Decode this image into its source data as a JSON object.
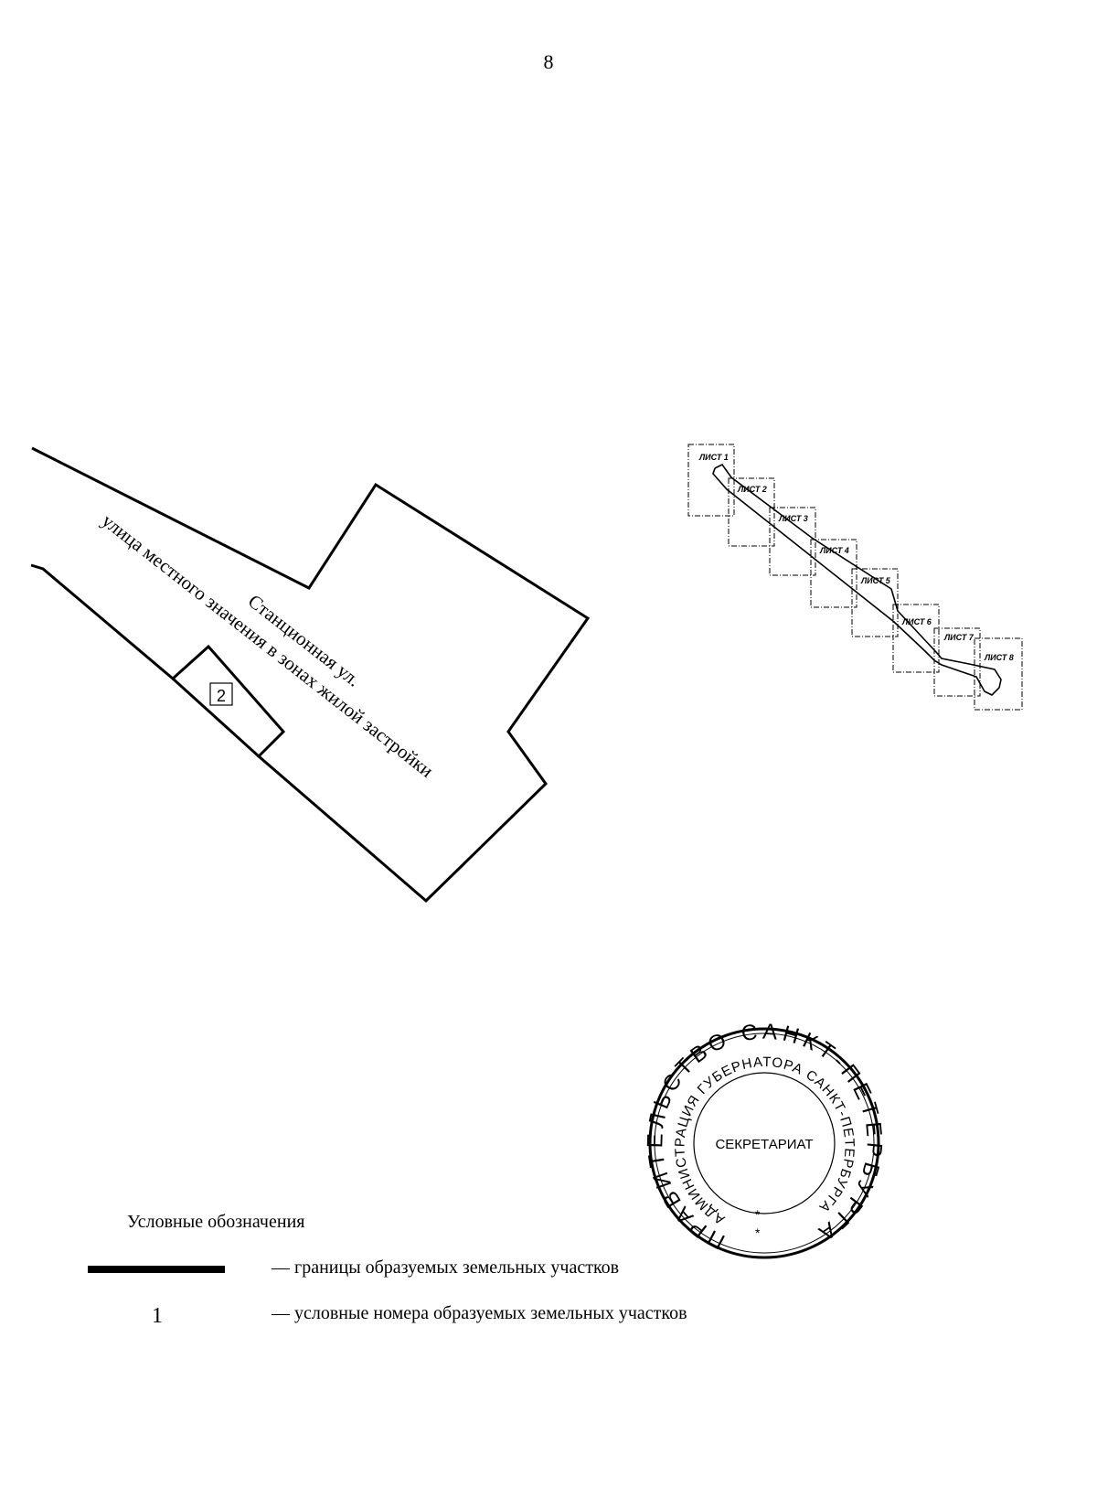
{
  "page_number": "8",
  "map": {
    "street_name": "Станционная ул.",
    "street_description": "улица местного значения в зонах жилой застройки",
    "parcel_number": "2"
  },
  "overview": {
    "sheets": [
      "ЛИСТ 1",
      "ЛИСТ 2",
      "ЛИСТ 3",
      "ЛИСТ 4",
      "ЛИСТ 5",
      "ЛИСТ 6",
      "ЛИСТ 7",
      "ЛИСТ 8"
    ]
  },
  "stamp": {
    "outer_text": "ПРАВИТЕЛЬСТВО САНКТ-ПЕТЕРБУРГА",
    "inner_text": "АДМИНИСТРАЦИЯ ГУБЕРНАТОРА САНКТ-ПЕТЕРБУРГА",
    "center_text": "СЕКРЕТАРИАТ"
  },
  "legend": {
    "title": "Условные обозначения",
    "sample_number": "1",
    "boundary_text": "— границы образуемых земельных участков",
    "number_text": "— условные номера образуемых земельных участков"
  }
}
